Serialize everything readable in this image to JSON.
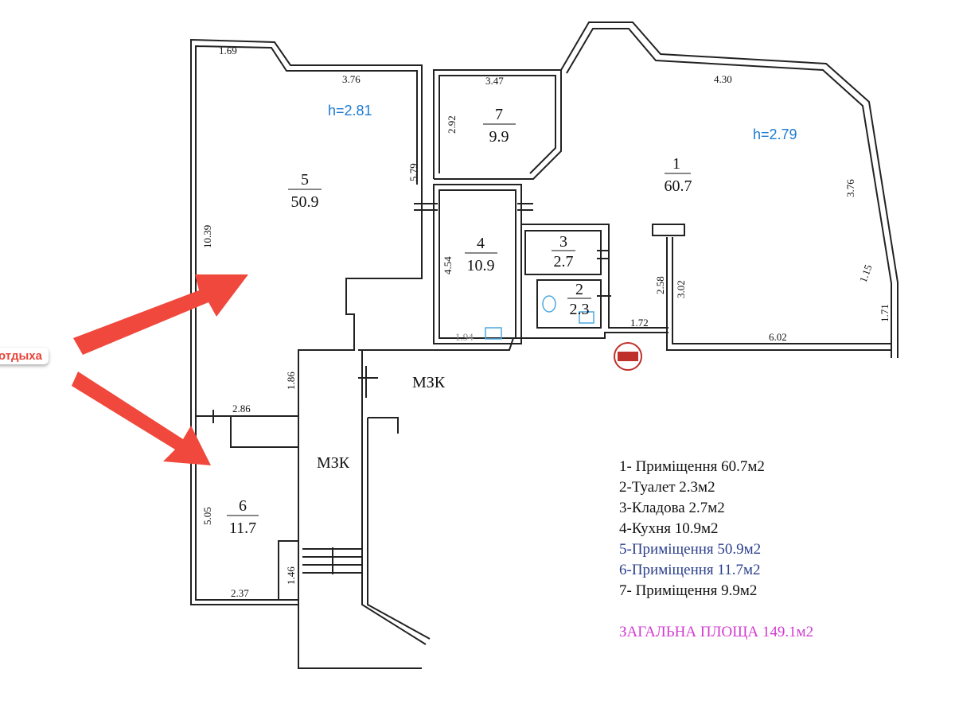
{
  "rooms": [
    {
      "id": "1",
      "area": "60.7"
    },
    {
      "id": "2",
      "area": "2.3"
    },
    {
      "id": "3",
      "area": "2.7"
    },
    {
      "id": "4",
      "area": "10.9"
    },
    {
      "id": "5",
      "area": "50.9"
    },
    {
      "id": "6",
      "area": "11.7"
    },
    {
      "id": "7",
      "area": "9.9"
    }
  ],
  "heights": {
    "left": "h=2.81",
    "right": "h=2.79"
  },
  "dimensions": {
    "d169": "1.69",
    "d376a": "3.76",
    "d347": "3.47",
    "d430": "4.30",
    "d292": "2.92",
    "d579": "5.79",
    "d1039": "10.39",
    "d376b": "3.76",
    "d454": "4.54",
    "d258": "2.58",
    "d302": "3.02",
    "d115": "1.15",
    "d171": "1.71",
    "d194": "1.94",
    "d172": "1.72",
    "d602": "6.02",
    "d186": "1.86",
    "d286": "2.86",
    "d505": "5.05",
    "d146": "1.46",
    "d237": "2.37"
  },
  "corridor_labels": {
    "a": "МЗК",
    "b": "МЗК"
  },
  "annotation": {
    "label": "отдыха",
    "arrow_color": "#f0483c"
  },
  "legend": {
    "items": [
      {
        "text": "1- Приміщення 60.7м2",
        "color": "#111111"
      },
      {
        "text": "2-Туалет 2.3м2",
        "color": "#111111"
      },
      {
        "text": "3-Кладова 2.7м2",
        "color": "#111111"
      },
      {
        "text": "4-Кухня 10.9м2",
        "color": "#111111"
      },
      {
        "text": "5-Приміщення 50.9м2",
        "color": "#2b3f8c"
      },
      {
        "text": "6-Приміщення 11.7м2",
        "color": "#2b3f8c"
      },
      {
        "text": "7- Приміщення 9.9м2",
        "color": "#111111"
      }
    ],
    "total": "ЗАГАЛЬНА ПЛОЩА 149.1м2",
    "total_color": "#d23bd0"
  }
}
